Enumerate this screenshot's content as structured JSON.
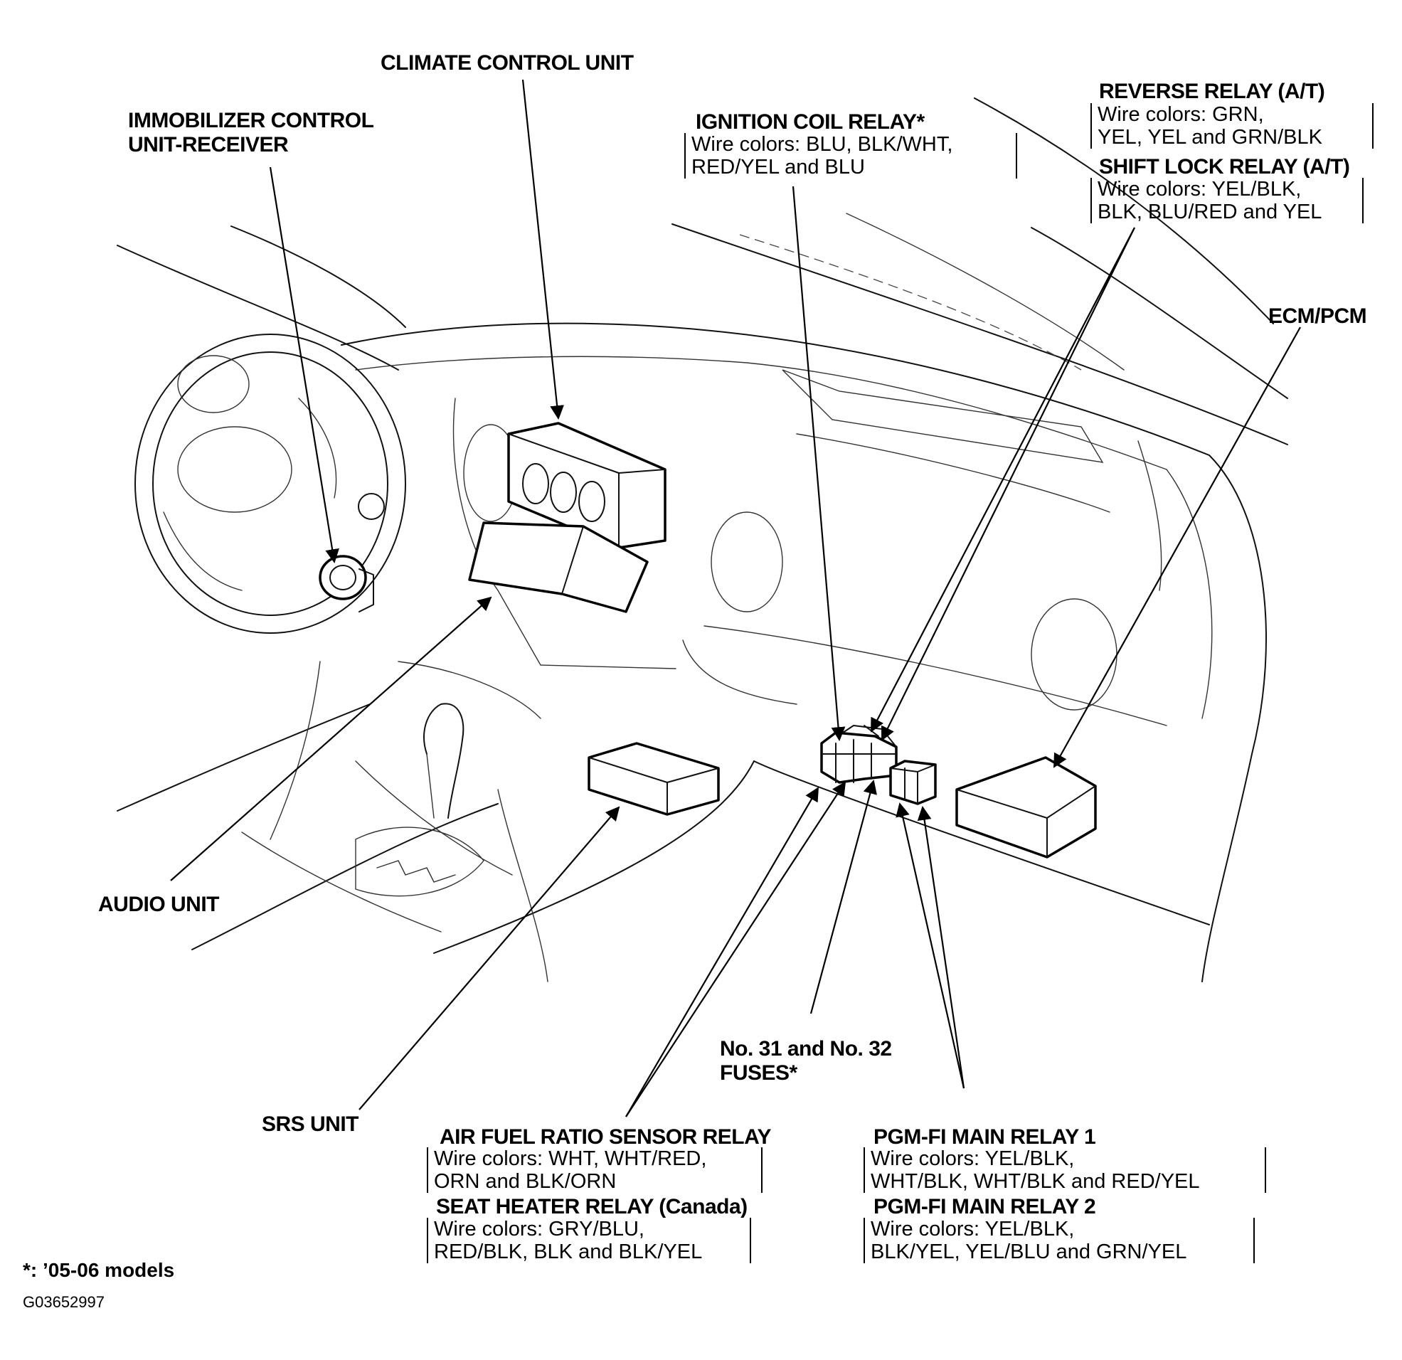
{
  "labels": {
    "climate_control_unit": "CLIMATE CONTROL UNIT",
    "immobilizer_line1": "IMMOBILIZER CONTROL",
    "immobilizer_line2": "UNIT-RECEIVER",
    "ignition_coil_relay": "IGNITION COIL RELAY*",
    "ignition_coil_wire1": "Wire colors: BLU, BLK/WHT,",
    "ignition_coil_wire2": "RED/YEL and BLU",
    "reverse_relay": "REVERSE RELAY (A/T)",
    "reverse_wire1": "Wire colors: GRN,",
    "reverse_wire2": "YEL, YEL and GRN/BLK",
    "shift_lock_relay": "SHIFT LOCK RELAY (A/T)",
    "shift_lock_wire1": "Wire colors: YEL/BLK,",
    "shift_lock_wire2": "BLK, BLU/RED and YEL",
    "ecm_pcm": "ECM/PCM",
    "audio_unit": "AUDIO UNIT",
    "fuses_line1": "No. 31 and No. 32",
    "fuses_line2": "FUSES*",
    "srs_unit": "SRS UNIT",
    "afr_relay": "AIR FUEL RATIO SENSOR RELAY",
    "afr_wire1": "Wire colors: WHT, WHT/RED,",
    "afr_wire2": "ORN and BLK/ORN",
    "seat_heater_relay": "SEAT HEATER RELAY (Canada)",
    "seat_heater_wire1": "Wire colors: GRY/BLU,",
    "seat_heater_wire2": "RED/BLK, BLK and BLK/YEL",
    "pgmfi_relay1": "PGM-FI MAIN RELAY 1",
    "pgmfi1_wire1": "Wire colors: YEL/BLK,",
    "pgmfi1_wire2": "WHT/BLK, WHT/BLK and RED/YEL",
    "pgmfi_relay2": "PGM-FI MAIN RELAY 2",
    "pgmfi2_wire1": "Wire colors: YEL/BLK,",
    "pgmfi2_wire2": "BLK/YEL, YEL/BLU and GRN/YEL"
  },
  "footnote": "*: ’05-06 models",
  "figure_code": "G03652997"
}
